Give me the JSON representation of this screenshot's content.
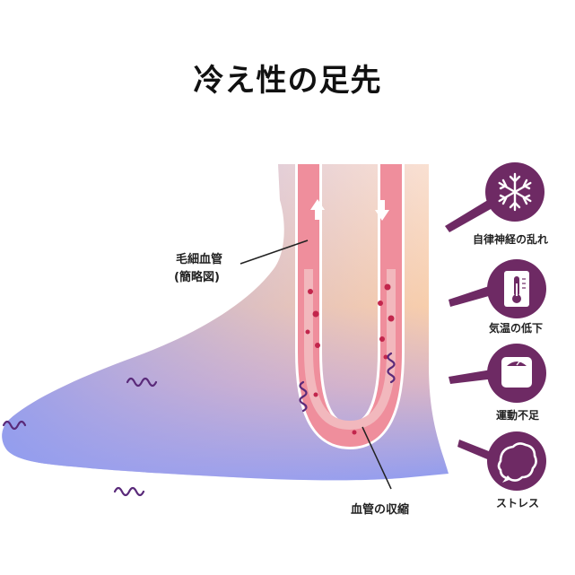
{
  "title": "冷え性の足先",
  "labels": {
    "capillary_line1": "毛細血管",
    "capillary_line2": "(簡略図)",
    "vasoconstriction": "血管の収縮"
  },
  "factors": [
    {
      "label": "自律神経の乱れ",
      "icon": "snowflake-icon"
    },
    {
      "label": "気温の低下",
      "icon": "thermometer-icon"
    },
    {
      "label": "運動不足",
      "icon": "scale-icon"
    },
    {
      "label": "ストレス",
      "icon": "stress-bubble-icon"
    }
  ],
  "colors": {
    "skin_warm": "#f9c8a4",
    "skin_cold": "#8f9cf0",
    "vessel": "#ef8e9c",
    "accent": "#6e2a64",
    "squiggle": "#5a2a7a"
  }
}
